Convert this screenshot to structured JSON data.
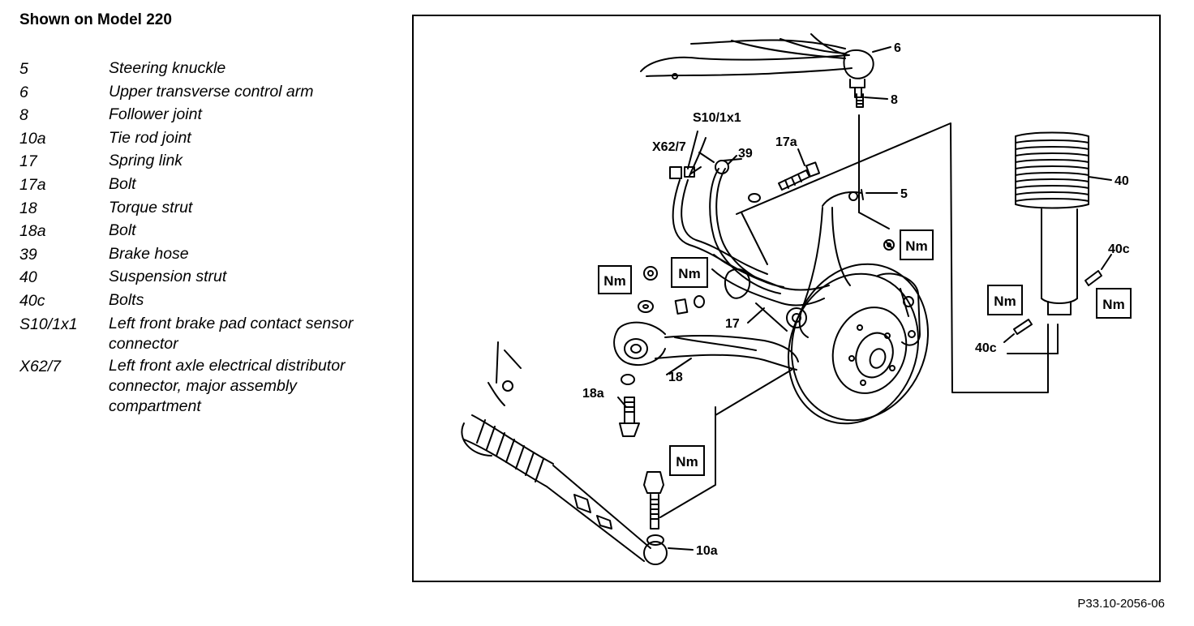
{
  "heading": "Shown on Model 220",
  "legend": [
    {
      "code": "5",
      "text": "Steering knuckle"
    },
    {
      "code": "6",
      "text": "Upper transverse control arm"
    },
    {
      "code": "8",
      "text": "Follower joint"
    },
    {
      "code": "10a",
      "text": "Tie rod joint"
    },
    {
      "code": "17",
      "text": "Spring link"
    },
    {
      "code": "17a",
      "text": "Bolt"
    },
    {
      "code": "18",
      "text": "Torque strut"
    },
    {
      "code": "18a",
      "text": "Bolt"
    },
    {
      "code": "39",
      "text": "Brake hose"
    },
    {
      "code": "40",
      "text": "Suspension strut"
    },
    {
      "code": "40c",
      "text": "Bolts"
    },
    {
      "code": "S10/1x1",
      "text": "Left front brake pad contact sensor connector"
    },
    {
      "code": "X62/7",
      "text": "Left front axle electrical distributor connector, major assembly compartment"
    }
  ],
  "diagram": {
    "callouts": {
      "c6": "6",
      "c8": "8",
      "s10": "S10/1x1",
      "x62": "X62/7",
      "c39": "39",
      "c17a": "17a",
      "c5": "5",
      "c40": "40",
      "c40c_top": "40c",
      "c40c_bottom": "40c",
      "c17": "17",
      "c18": "18",
      "c18a": "18a",
      "c10a": "10a"
    },
    "torque_label": "Nm"
  },
  "reference": "P33.10-2056-06"
}
